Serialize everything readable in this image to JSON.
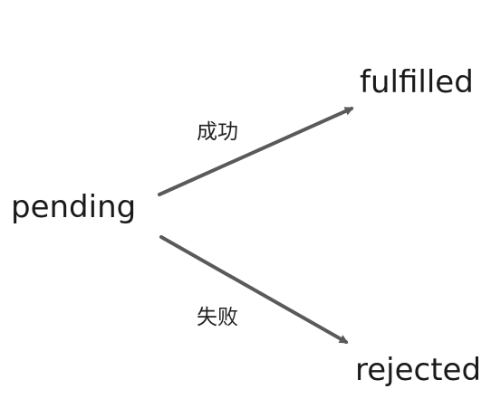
{
  "states": {
    "pending": "pending",
    "fulfilled": "fulfilled",
    "rejected": "rejected"
  },
  "transitions": {
    "success": "成功",
    "failure": "失败"
  },
  "colors": {
    "arrow": "#5a5a5a",
    "text": "#1a1a1a",
    "background": "#ffffff"
  }
}
